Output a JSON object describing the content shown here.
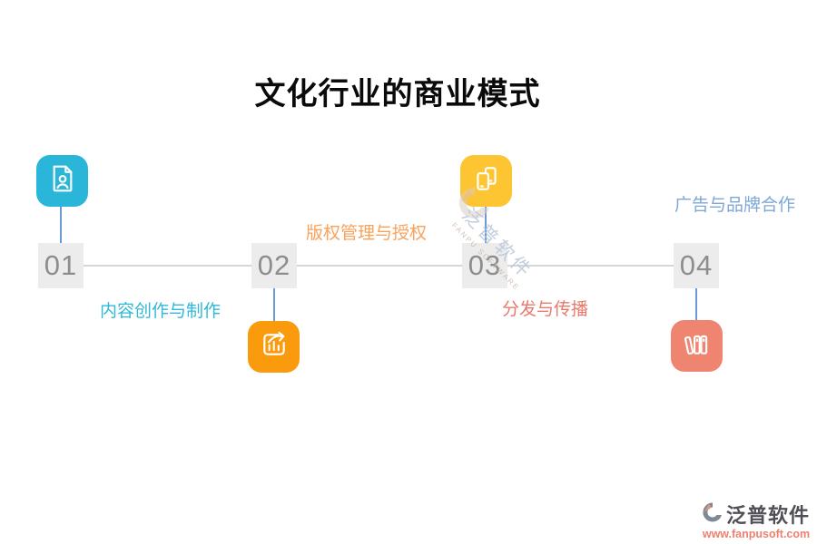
{
  "title": "文化行业的商业模式",
  "steps": [
    {
      "number": "01",
      "label": "内容创作与制作",
      "icon": "person-document-icon",
      "icon_color": "#29b6d8",
      "label_color": "#30b8d8",
      "icon_position": "above-line",
      "label_position": "below-line"
    },
    {
      "number": "02",
      "label": "版权管理与授权",
      "icon": "chart-arrow-icon",
      "icon_color": "#f99b0c",
      "label_color": "#f9a25c",
      "icon_position": "below-line",
      "label_position": "above-line"
    },
    {
      "number": "03",
      "label": "分发与传播",
      "icon": "devices-icon",
      "icon_color": "#fcc531",
      "label_color": "#e87a6b",
      "icon_position": "above-line",
      "label_position": "below-line"
    },
    {
      "number": "04",
      "label": "广告与品牌合作",
      "icon": "books-icon",
      "icon_color": "#ef8570",
      "label_color": "#7fa7d6",
      "icon_position": "below-line",
      "label_position": "above-line"
    }
  ],
  "timeline": {
    "line_color": "#d6d6d6",
    "connector_color": "#6a9ad6",
    "number_box_bg": "#ececec",
    "number_color": "#8d8d8d"
  },
  "watermark": {
    "cn": "泛普软件",
    "en": "FANPU SOFTWARE"
  },
  "footer": {
    "brand": "泛普软件",
    "url": "www.fanpusoft.com",
    "url_color": "#ed8170"
  }
}
